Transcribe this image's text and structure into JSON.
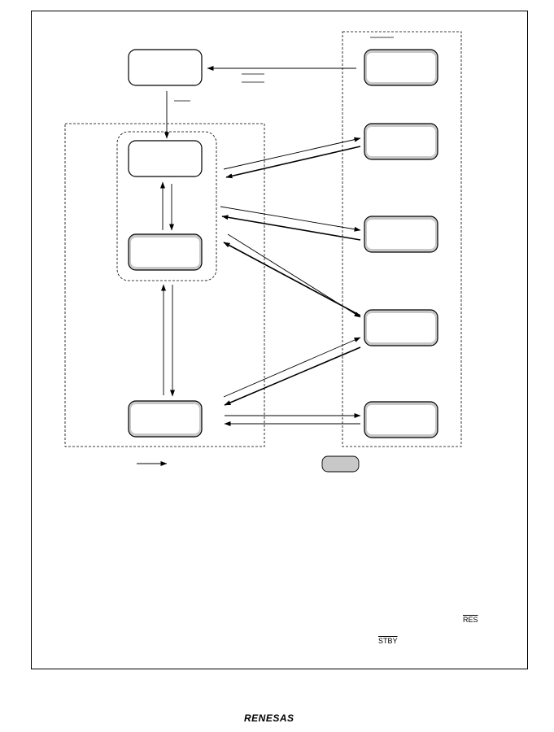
{
  "notes": {
    "res_signal": "RES",
    "stby_signal": "STBY"
  },
  "footer": {
    "logo_text": "RENESAS"
  }
}
